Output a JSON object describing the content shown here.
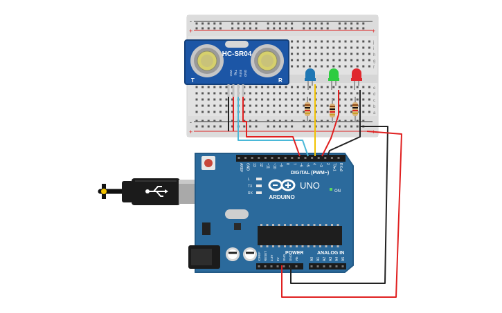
{
  "sensor": {
    "model": "HC-SR04",
    "left_mark": "T",
    "right_mark": "R",
    "pins": [
      "VCC",
      "Trig",
      "Echo",
      "GND"
    ]
  },
  "breadboard": {
    "plus": "+",
    "minus": "-",
    "rows_top": [
      "j",
      "i",
      "h",
      "g",
      "f"
    ],
    "rows_bottom": [
      "e",
      "d",
      "c",
      "b",
      "a"
    ]
  },
  "leds": [
    {
      "color": "#1f77b4",
      "name": "blue"
    },
    {
      "color": "#2ecc40",
      "name": "green"
    },
    {
      "color": "#e0282e",
      "name": "red"
    }
  ],
  "arduino": {
    "brand": "ARDUINO",
    "model": "UNO",
    "on_label": "ON",
    "digital_label": "DIGITAL (PWM~)",
    "digital_pins": [
      "AREF",
      "GND",
      "13",
      "12",
      "~11",
      "~10",
      "~9",
      "8",
      "7",
      "~6",
      "~5",
      "4",
      "~3",
      "2",
      "TX▸1",
      "RX◂0"
    ],
    "led_labels": [
      "L",
      "TX",
      "RX"
    ],
    "power_label": "POWER",
    "analog_label": "ANALOG IN",
    "power_pins": [
      "IOREF",
      "RESET",
      "3.3V",
      "5V",
      "GND",
      "GND",
      "Vin"
    ],
    "analog_pins": [
      "A0",
      "A1",
      "A2",
      "A3",
      "A4",
      "A5"
    ]
  },
  "colors": {
    "board": "#2b6a9c",
    "board_dark": "#1f4f78",
    "wire_red": "#e02020",
    "wire_black": "#222222",
    "wire_yellow": "#f2c200",
    "wire_cyan": "#4ab8d8"
  }
}
